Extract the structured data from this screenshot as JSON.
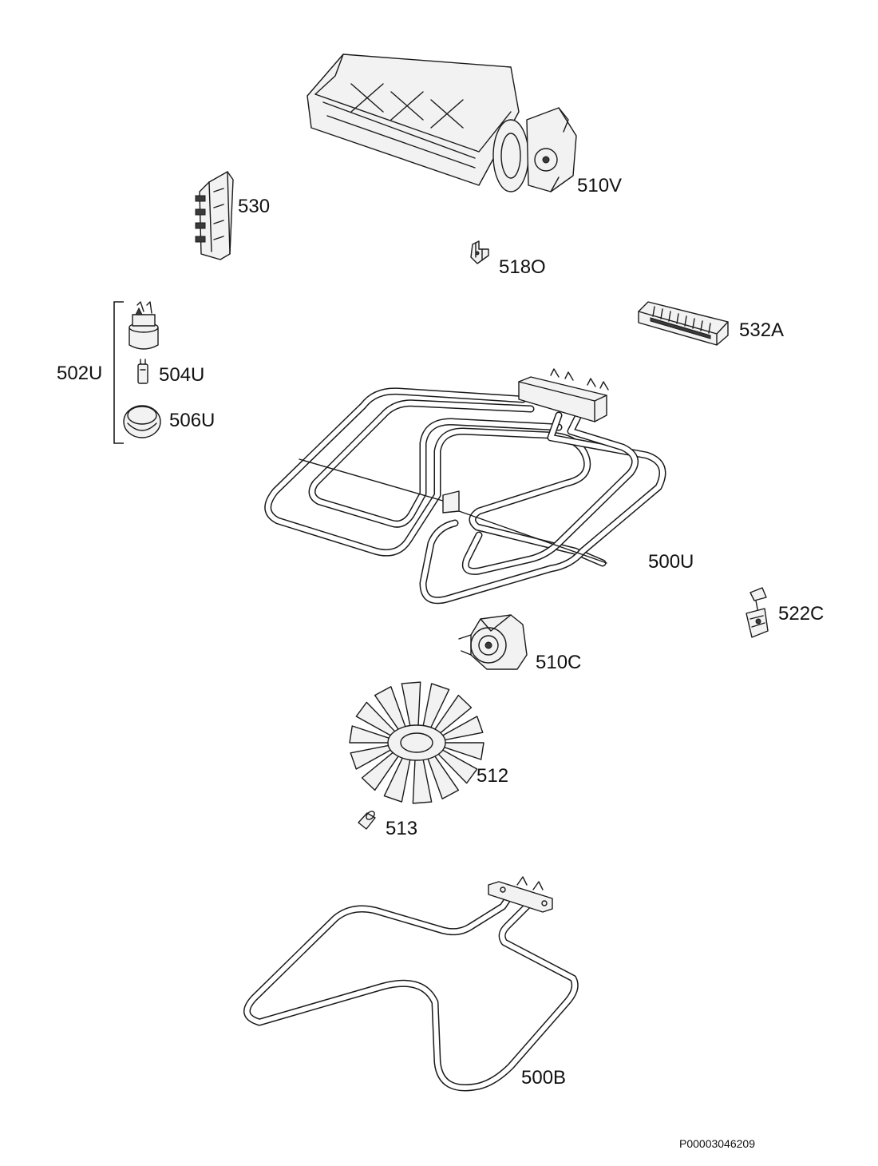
{
  "parts": [
    {
      "id": "fan_motor_tangential",
      "label": "510V",
      "icon": "tangential-fan-icon"
    },
    {
      "id": "terminal_block",
      "label": "530",
      "icon": "terminal-block-icon"
    },
    {
      "id": "thermostat_clip",
      "label": "518O",
      "icon": "thermostat-clip-icon"
    },
    {
      "id": "connector_strip",
      "label": "532A",
      "icon": "connector-strip-icon"
    },
    {
      "id": "lamp_assembly",
      "label": "502U",
      "icon": "lamp-socket-icon"
    },
    {
      "id": "lamp_bulb",
      "label": "504U",
      "icon": "lamp-bulb-icon"
    },
    {
      "id": "lamp_cover",
      "label": "506U",
      "icon": "lamp-cover-icon"
    },
    {
      "id": "upper_heating_element",
      "label": "500U",
      "icon": "upper-heater-icon"
    },
    {
      "id": "sensor",
      "label": "522C",
      "icon": "sensor-icon"
    },
    {
      "id": "fan_motor",
      "label": "510C",
      "icon": "fan-motor-icon"
    },
    {
      "id": "fan_blade",
      "label": "512",
      "icon": "fan-blade-icon"
    },
    {
      "id": "nut",
      "label": "513",
      "icon": "nut-icon"
    },
    {
      "id": "lower_heating_element",
      "label": "500B",
      "icon": "lower-heater-icon"
    }
  ],
  "document_id": "P00003046209"
}
